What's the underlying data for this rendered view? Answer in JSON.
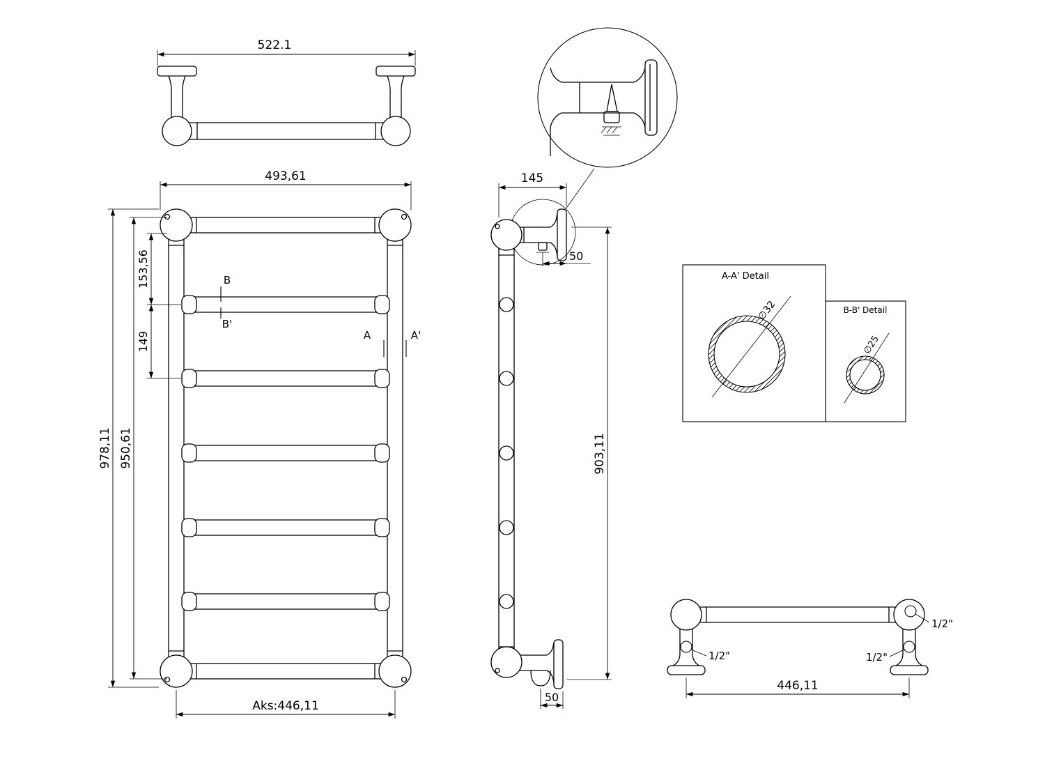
{
  "drawing": {
    "subject": "Ladder towel radiator multi-view dimensioned technical drawing",
    "line_color": "#000000",
    "background_color": "#ffffff"
  },
  "top_view": {
    "width_dim": "522.1"
  },
  "front_view": {
    "width_dim": "493,61",
    "total_height_dim": "978,11",
    "frame_height_dim": "950,61",
    "top_rung_offset_dim": "153,56",
    "rung_pitch_dim": "149",
    "axis_width_dim": "Aks:446,11",
    "section_b_label": "B",
    "section_b_prime_label": "B'",
    "section_a_label": "A",
    "section_a_prime_label": "A'"
  },
  "side_view": {
    "depth_dim": "145",
    "top_bracket_offset_dim": "50",
    "height_dim": "903,11",
    "bottom_bracket_offset_dim": "50"
  },
  "detail_a": {
    "title": "A-A' Detail",
    "diameter_label": "∅32"
  },
  "detail_b": {
    "title": "B-B' Detail",
    "diameter_label": "∅25"
  },
  "bottom_view": {
    "width_dim": "446,11",
    "left_connection_label": "1/2\"",
    "right_top_connection_label": "1/2\"",
    "right_bottom_connection_label": "1/2\""
  }
}
